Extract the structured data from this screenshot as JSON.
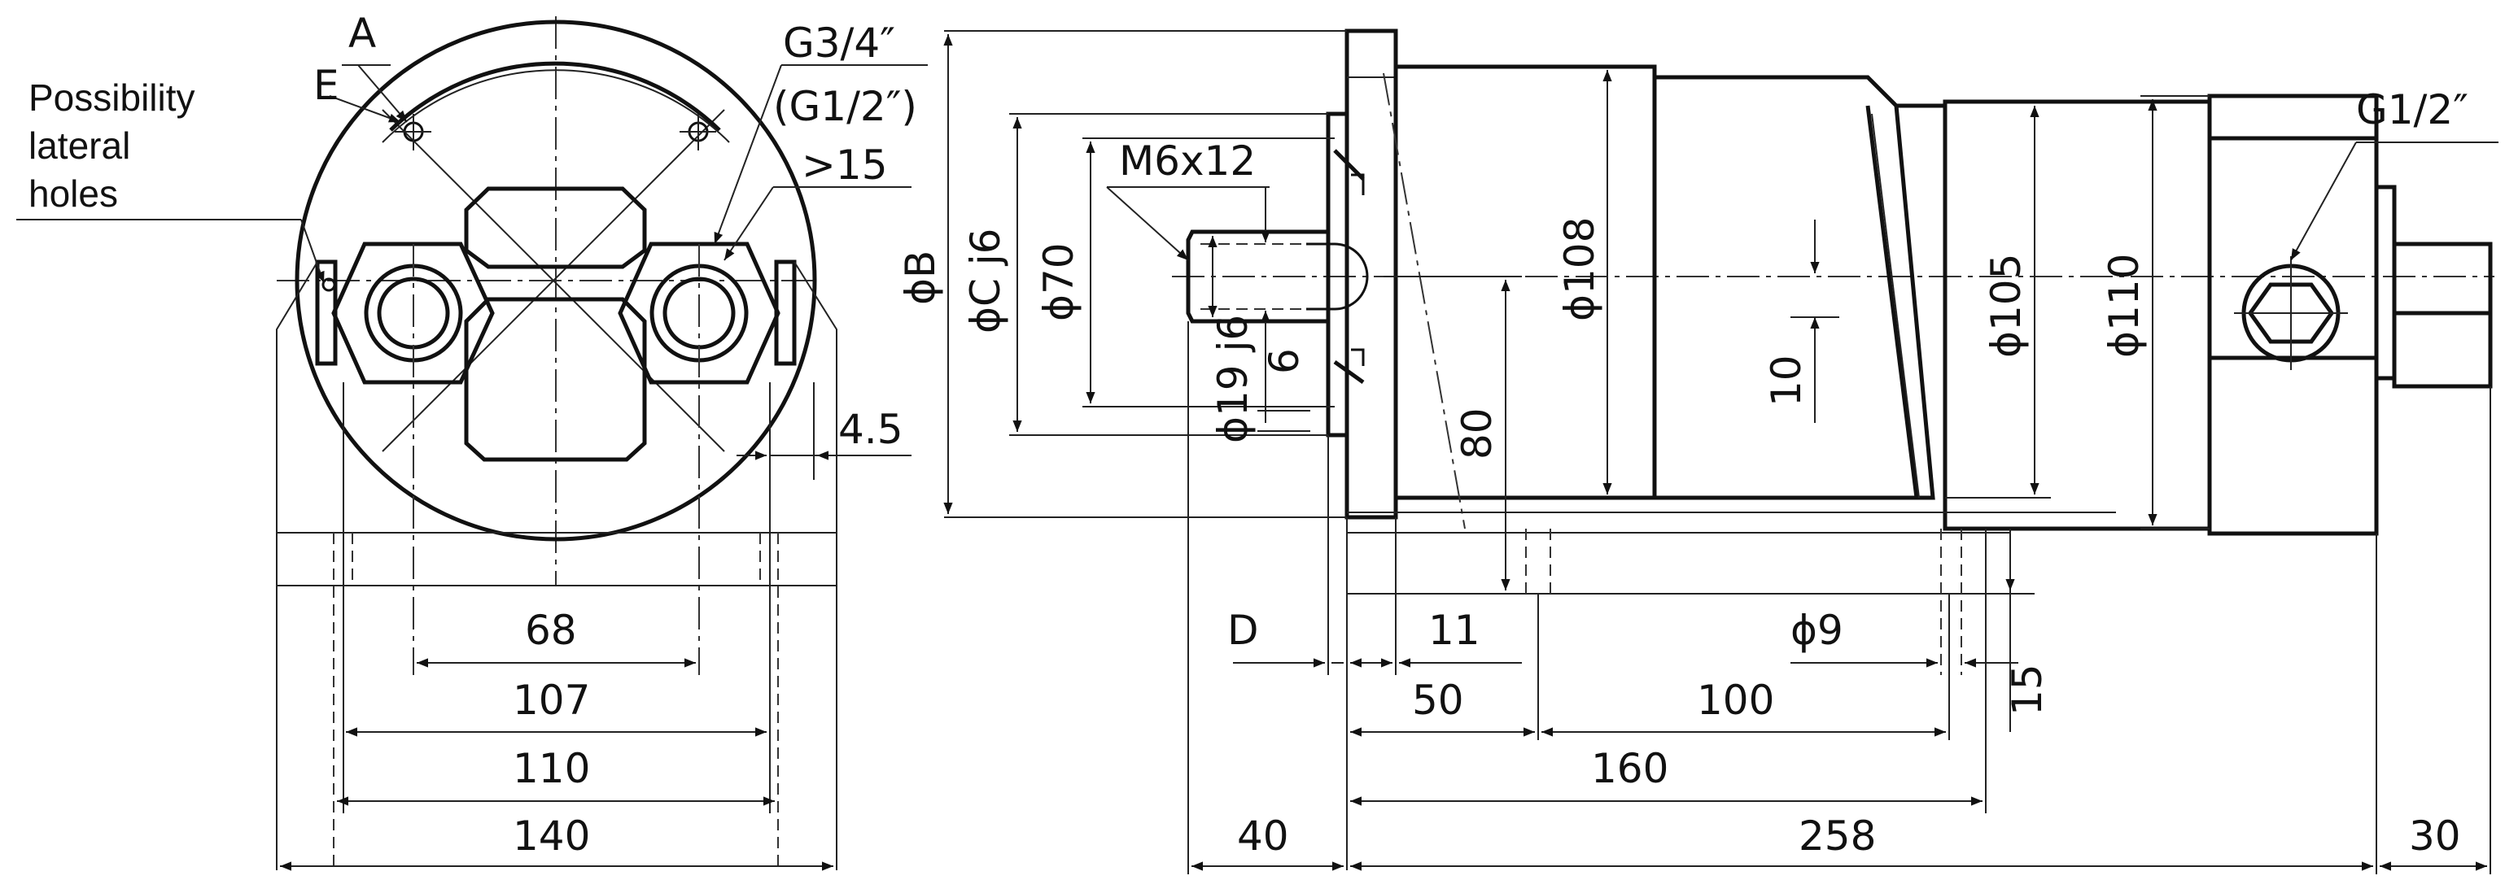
{
  "labels": {
    "a": "A",
    "e": "E",
    "possibility_1": "Possibility",
    "possibility_2": "lateral",
    "possibility_3": "holes",
    "g34": "G3/4″",
    "g12_paren": "(G1/2″)",
    "gt15": ">15",
    "d4_5": "4.5",
    "d68": "68",
    "d107": "107",
    "d110": "110",
    "d140": "140",
    "phiB": "ϕB",
    "phiC": "ϕC j6",
    "phi70": "ϕ70",
    "m6": "M6x12",
    "phi19": "ϕ19 j6",
    "d6": "6",
    "phi108": "ϕ108",
    "d80": "80",
    "d10": "10",
    "phi105": "ϕ105",
    "phi110": "ϕ110",
    "g12": "G1/2″",
    "dD": "D",
    "d11": "11",
    "phi9": "ϕ9",
    "d15": "15",
    "d50": "50",
    "d100": "100",
    "d160": "160",
    "d40": "40",
    "d258": "258",
    "d30": "30"
  }
}
